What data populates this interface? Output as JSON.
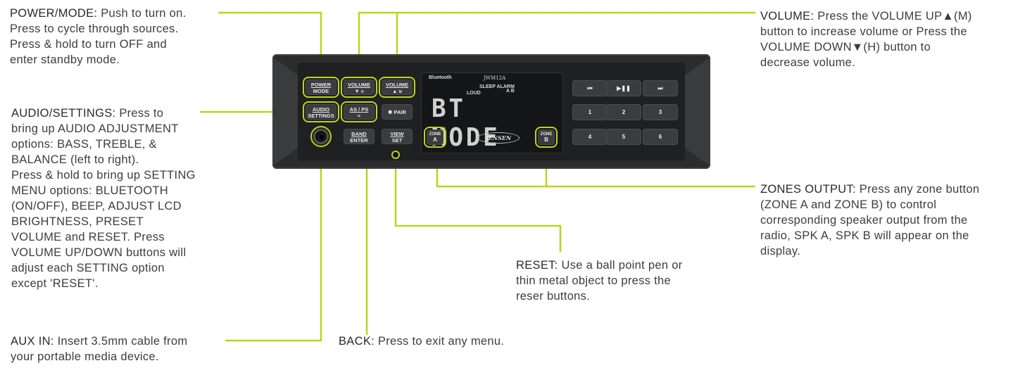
{
  "callouts": {
    "power_mode": {
      "label": "POWER/MODE:",
      "lines": [
        " Push to turn on.",
        "Press to cycle through sources.",
        "Press & hold to turn OFF and",
        "enter standby mode."
      ]
    },
    "audio_settings": {
      "label": "AUDIO/SETTINGS:",
      "lines": [
        " Press to",
        "bring up AUDIO ADJUSTMENT",
        "options: BASS, TREBLE, &",
        "BALANCE (left to right).",
        "Press & hold to bring up SETTING",
        "MENU options: BLUETOOTH",
        "(ON/OFF), BEEP, ADJUST LCD",
        "BRIGHTNESS, PRESET",
        "VOLUME and RESET. Press",
        "VOLUME UP/DOWN buttons will",
        "adjust each SETTING option",
        "except 'RESET'."
      ]
    },
    "aux_in": {
      "label": "AUX IN:",
      "lines": [
        " Insert 3.5mm cable from",
        "your portable media device."
      ]
    },
    "back": {
      "label": "BACK:",
      "lines": [
        " Press to exit any menu."
      ]
    },
    "reset": {
      "label": "RESET:",
      "lines": [
        " Use a ball point pen or",
        "thin metal object to press the",
        "reser buttons."
      ]
    },
    "volume": {
      "label": "VOLUME:",
      "lines": [
        " Press the VOLUME UP▲(M)",
        "button to increase volume or Press the",
        "VOLUME DOWN▼(H) button to",
        "decrease volume."
      ]
    },
    "zones_output": {
      "label": "ZONES OUTPUT:",
      "lines": [
        " Press any zone button",
        "(ZONE A and ZONE B) to control",
        "corresponding speaker output from the",
        "radio, SPK A, SPK B will appear on the",
        "display."
      ]
    }
  },
  "radio": {
    "buttons": {
      "power_mode": [
        "POWER",
        "MODE"
      ],
      "volume_down": [
        "VOLUME",
        "▼",
        "H"
      ],
      "volume_up": [
        "VOLUME",
        "▲",
        "M"
      ],
      "audio_settings": [
        "AUDIO",
        "SETTINGS"
      ],
      "as_ps": [
        "AS / PS",
        "<"
      ],
      "pair": "✱ PAIR",
      "band_enter": [
        "BAND",
        "ENTER"
      ],
      "view_set": [
        "VIEW",
        "SET"
      ],
      "zone_a": [
        "ZONE",
        "A"
      ],
      "zone_b": [
        "ZONE",
        "B"
      ],
      "prev": "⏮",
      "play_pause": "▶❚❚",
      "next": "⏭",
      "presets": [
        "1",
        "2",
        "3",
        "4",
        "5",
        "6"
      ]
    },
    "display": {
      "bluetooth": "Bluetooth",
      "model": "JWM12A",
      "sleep_alarm": "SLEEP ALARM",
      "loud": "LOUD",
      "ab": "A B",
      "main_text": "BT MODE",
      "brand": "JENSEN"
    }
  },
  "colors": {
    "leader": "#bcd31c",
    "panel": "#2b2c2d"
  }
}
